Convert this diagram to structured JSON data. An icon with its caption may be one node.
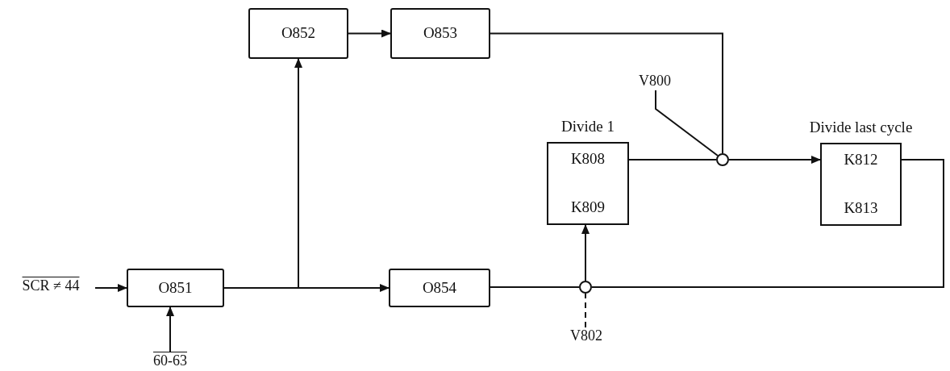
{
  "diagram": {
    "nodes": [
      {
        "text": [
          "SCR ≠ 44"
        ]
      },
      {
        "text": [
          "O851"
        ]
      },
      {
        "text": [
          "60-63"
        ]
      },
      {
        "text": [
          "O852"
        ]
      },
      {
        "text": [
          "O853"
        ]
      },
      {
        "text": [
          "O854"
        ]
      },
      {
        "text": [
          "Divide 1",
          "K808",
          "K809"
        ]
      },
      {
        "text": [
          "Divide last cycle",
          "K812",
          "K813"
        ]
      },
      {
        "text": [
          "V800"
        ]
      },
      {
        "text": [],
        "shape": "circle"
      },
      {
        "text": [],
        "shape": "circle"
      },
      {
        "text": [
          "V802"
        ]
      }
    ],
    "edges": [
      {
        "from": 0,
        "to": 1,
        "arrow": "to"
      },
      {
        "from": 2,
        "to": 1,
        "arrow": "to"
      },
      {
        "from": 1,
        "to": 3,
        "arrow": "to"
      },
      {
        "from": 1,
        "to": 5,
        "arrow": "to"
      },
      {
        "from": 3,
        "to": 4,
        "arrow": "to"
      },
      {
        "from": 4,
        "to": 9,
        "arrow": "none"
      },
      {
        "from": 6,
        "to": 9,
        "arrow": "none"
      },
      {
        "from": 8,
        "to": 9,
        "arrow": "none"
      },
      {
        "from": 9,
        "to": 7,
        "arrow": "to"
      },
      {
        "from": 5,
        "to": 10,
        "arrow": "none"
      },
      {
        "from": 7,
        "to": 10,
        "arrow": "none"
      },
      {
        "from": 10,
        "to": 6,
        "arrow": "to"
      },
      {
        "from": 11,
        "to": 10,
        "arrow": "none",
        "style": "dashed"
      }
    ]
  }
}
